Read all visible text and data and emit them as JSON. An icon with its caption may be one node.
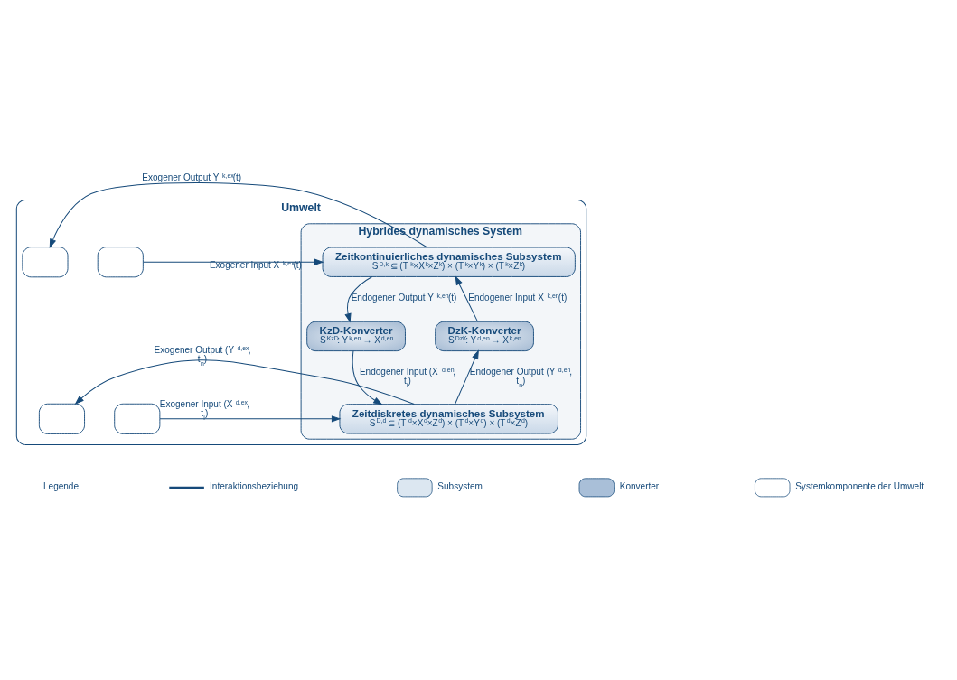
{
  "diagram": {
    "nodes": [
      {
        "text": [
          "Umwelt"
        ]
      },
      {
        "text": [
          "Hybrides dynamisches System"
        ],
        "in": 0
      },
      {
        "text": [
          "Zeitkontinuierliches dynamisches Subsystem",
          "S$^{D,k}$ ⊆ (T$^{k}$×X$^{k}$×Z$^{k}$) × (T$^{k}$×Y$^{k}$) × (T$^{k}$×Z$^{k}$)"
        ],
        "in": 1
      },
      {
        "text": [
          "KzD-Konverter",
          "S$^{KzD}$: Y$^{k,en}$ → X$^{d,en}$"
        ],
        "in": 1
      },
      {
        "text": [
          "DzK-Konverter",
          "S$^{DzK}$: Y$^{d,en}$ → X$^{k,en}$"
        ],
        "in": 1
      },
      {
        "text": [
          "Zeitdiskretes dynamisches Subsystem",
          "S$^{D,d}$ ⊆ (T$^{d}$×X$^{d}$×Z$^{d}$) × (T$^{d}$×Y$^{d}$) × (T$^{d}$×Z$^{d}$)"
        ],
        "in": 1
      },
      {
        "text": [],
        "shape": "box",
        "in": 0
      },
      {
        "text": [],
        "shape": "box",
        "in": 0
      },
      {
        "text": [],
        "shape": "box",
        "in": 0
      },
      {
        "text": [],
        "shape": "box",
        "in": 0
      }
    ],
    "edges": [
      {
        "from": 6,
        "to": 2,
        "arrow": "to",
        "label": "Exogener Input X$^{k,ex}$(t)"
      },
      {
        "from": 2,
        "to": 7,
        "arrow": "to",
        "label": "Exogener Output Y$^{k,ex}$(t)"
      },
      {
        "from": 2,
        "to": 3,
        "arrow": "to",
        "label": "Endogener Output Y$^{k,en}$(t)"
      },
      {
        "from": 4,
        "to": 2,
        "arrow": "to",
        "label": "Endogener Input X$^{k,en}$(t)"
      },
      {
        "from": 3,
        "to": 5,
        "arrow": "to",
        "label": "Endogener Input (X$^{d,en}$, t$_{i}$)"
      },
      {
        "from": 5,
        "to": 4,
        "arrow": "to",
        "label": "Endogener Output (Y$^{d,en}$, t$_{n}$)"
      },
      {
        "from": 8,
        "to": 5,
        "arrow": "to",
        "label": "Exogener Input (X$^{d,ex}$, t$_{i}$)"
      },
      {
        "from": 5,
        "to": 9,
        "arrow": "to",
        "label": "Exogener Output (Y$^{d,ex}$, t$_{n}$)"
      }
    ],
    "labels": [
      "Legende"
    ],
    "legend": [
      {
        "text": "Interaktionsbeziehung"
      },
      {
        "text": "Subsystem",
        "color": "#dce7f1"
      },
      {
        "text": "Konverter",
        "color": "#a9bfd8"
      },
      {
        "text": "Systemkomponente der Umwelt",
        "color": "#ffffff"
      }
    ]
  }
}
